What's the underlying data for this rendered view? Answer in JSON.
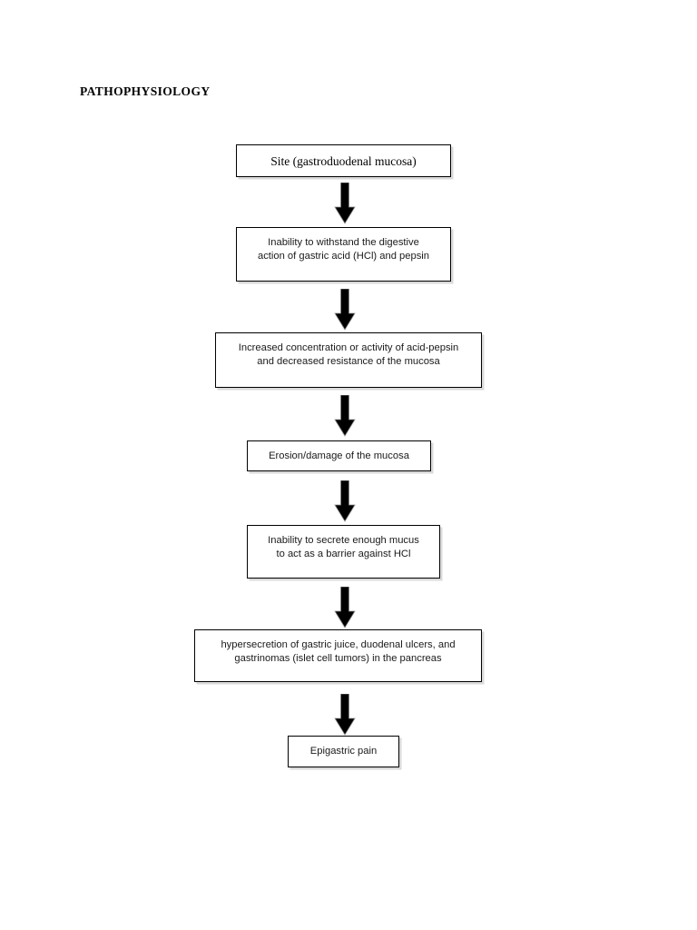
{
  "document": {
    "title": "PATHOPHYSIOLOGY",
    "background_color": "#ffffff",
    "text_color": "#000000",
    "box_border_color": "#000000",
    "box_shadow_color": "#d9d9d9",
    "arrow_color": "#000000"
  },
  "chart_data": {
    "type": "diagram",
    "diagram_kind": "flowchart",
    "orientation": "vertical",
    "title": "PATHOPHYSIOLOGY",
    "node_count": 7,
    "connector_count": 6,
    "connector_style": "thick-block-down-arrow",
    "nodes": [
      {
        "id": "n1",
        "label": "Site (gastroduodenal mucosa)"
      },
      {
        "id": "n2",
        "label": "Inability to withstand the digestive\naction of gastric acid (HCl) and pepsin"
      },
      {
        "id": "n3",
        "label": "Increased concentration or activity of acid-pepsin\nand decreased resistance of the mucosa"
      },
      {
        "id": "n4",
        "label": "Erosion/damage of the mucosa"
      },
      {
        "id": "n5",
        "label": "Inability to secrete enough mucus\nto act as a barrier against HCl"
      },
      {
        "id": "n6",
        "label": "hypersecretion of gastric juice, duodenal ulcers, and\ngastrinomas (islet cell tumors) in the pancreas"
      },
      {
        "id": "n7",
        "label": "Epigastric pain"
      }
    ],
    "edges": [
      {
        "from": "n1",
        "to": "n2"
      },
      {
        "from": "n2",
        "to": "n3"
      },
      {
        "from": "n3",
        "to": "n4"
      },
      {
        "from": "n4",
        "to": "n5"
      },
      {
        "from": "n5",
        "to": "n6"
      },
      {
        "from": "n6",
        "to": "n7"
      }
    ]
  },
  "arrows": {
    "icon_name": "down-arrow-icon",
    "count": 6
  }
}
